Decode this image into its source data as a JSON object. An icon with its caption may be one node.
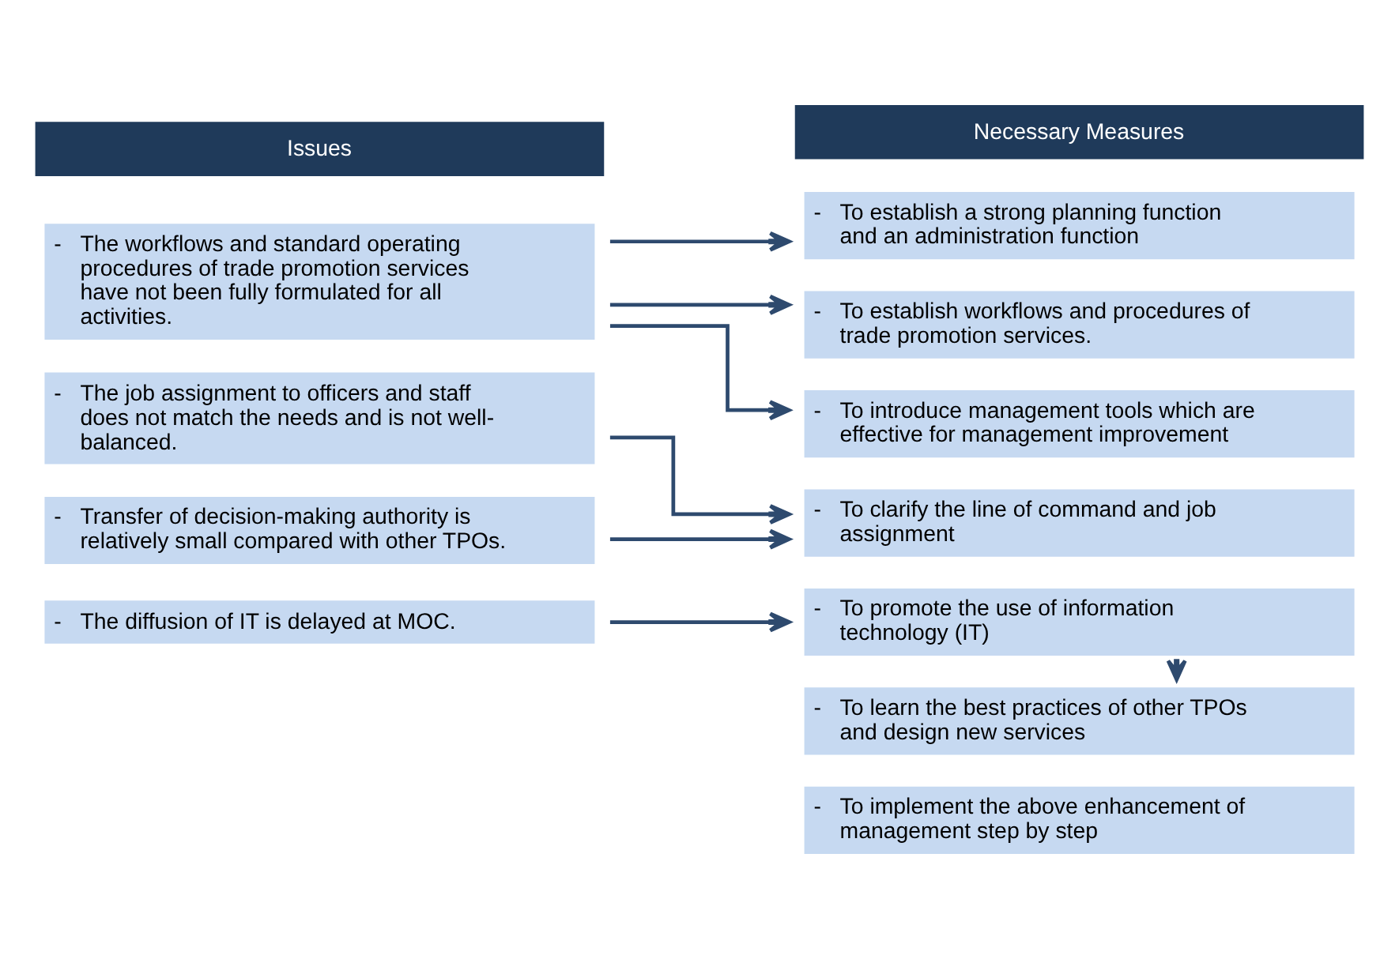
{
  "diagram": {
    "nodes": [
      {
        "text": [
          "Issues"
        ]
      },
      {
        "text": [
          "Necessary Measures"
        ]
      },
      {
        "text": [
          "-",
          "The workflows and standard operating procedures of trade promotion services have not been fully formulated for all activities."
        ]
      },
      {
        "text": [
          "-",
          "The job assignment to officers and staff does not match the needs and is not well-balanced."
        ]
      },
      {
        "text": [
          "-",
          "Transfer of decision-making authority is relatively small compared with other TPOs."
        ]
      },
      {
        "text": [
          "-",
          "The diffusion of IT is delayed at MOC."
        ]
      },
      {
        "text": [
          "-",
          "To establish a strong planning function and an administration function"
        ]
      },
      {
        "text": [
          "-",
          "To establish workflows and procedures of trade promotion services."
        ]
      },
      {
        "text": [
          "-",
          "To introduce management tools which are effective for management improvement"
        ]
      },
      {
        "text": [
          "-",
          "To clarify the line of command and job assignment"
        ]
      },
      {
        "text": [
          "-",
          "To promote the use of information technology (IT)"
        ]
      },
      {
        "text": [
          "-",
          "To learn the best practices of other TPOs and design new services"
        ]
      },
      {
        "text": [
          "-",
          "To implement the above enhancement of management step by step"
        ]
      }
    ],
    "edges": [
      {
        "from": 2,
        "to": 6,
        "arrow": "to"
      },
      {
        "from": 2,
        "to": 7,
        "arrow": "to"
      },
      {
        "from": 2,
        "to": 8,
        "arrow": "to"
      },
      {
        "from": 3,
        "to": 9,
        "arrow": "to"
      },
      {
        "from": 4,
        "to": 9,
        "arrow": "to"
      },
      {
        "from": 5,
        "to": 10,
        "arrow": "to"
      },
      {
        "from": 10,
        "to": 11,
        "arrow": "to"
      }
    ]
  }
}
